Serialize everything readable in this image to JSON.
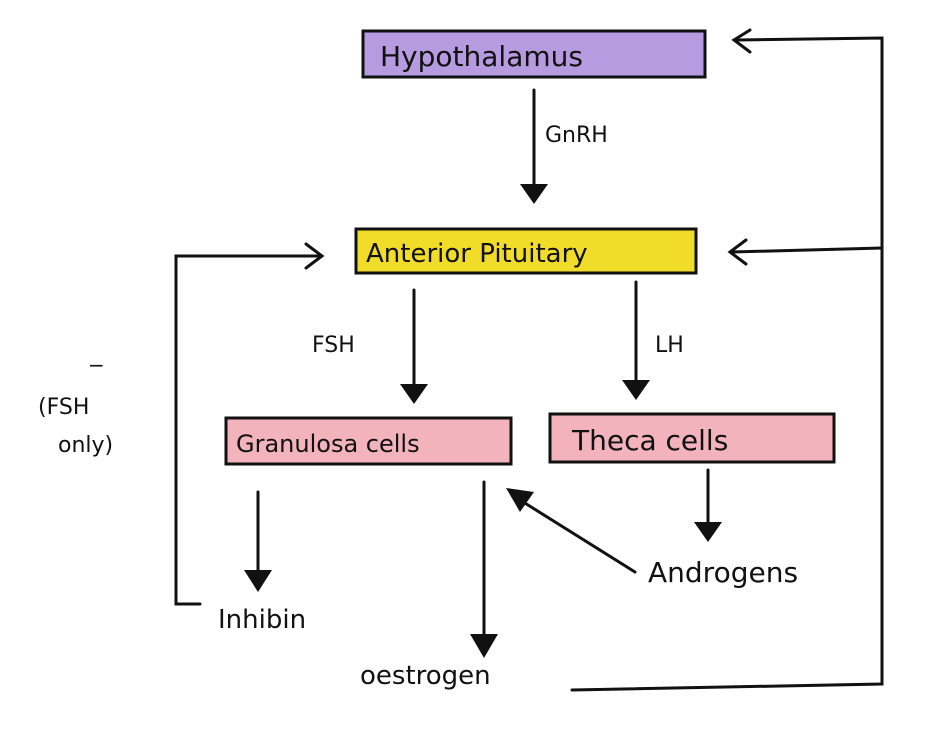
{
  "title": "Hormonal regulation of the ovarian follicle",
  "colors": {
    "hypothalamus": "#b79be0",
    "anterior_pituitary": "#f2dc2a",
    "cells": "#f2b3bd",
    "ink": "#111111"
  },
  "nodes": {
    "hypothalamus": "Hypothalamus",
    "anterior_pituitary": "Anterior Pituitary",
    "granulosa_cells": "Granulosa cells",
    "theca_cells": "Theca cells",
    "androgens": "Androgens",
    "inhibin": "Inhibin",
    "oestrogen": "oestrogen"
  },
  "edges": {
    "gnrh": "GnRH",
    "fsh": "FSH",
    "lh": "LH",
    "inhibin_note_sign": "−",
    "inhibin_note_line1": "(FSH",
    "inhibin_note_line2": "only)"
  }
}
